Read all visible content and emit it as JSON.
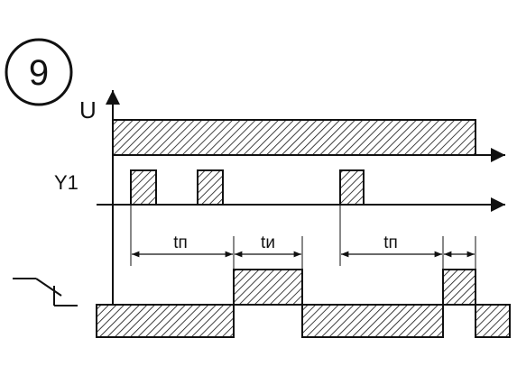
{
  "badge": {
    "number": "9"
  },
  "signals": {
    "supply_label": "U",
    "input_label": "Y1"
  },
  "intervals": [
    {
      "label": "tп"
    },
    {
      "label": "tи"
    },
    {
      "label": "tп"
    }
  ],
  "icons": {
    "output": "relay-contact-switch-icon"
  }
}
